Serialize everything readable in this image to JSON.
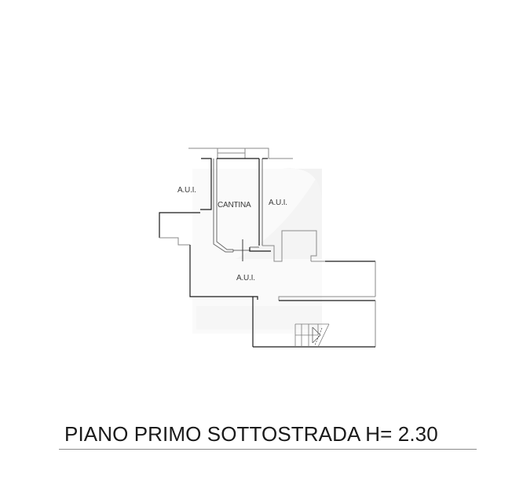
{
  "drawing": {
    "type": "floor-plan",
    "title": "PIANO PRIMO SOTTOSTRADA H= 2.30",
    "floor_name": "PIANO PRIMO SOTTOSTRADA",
    "height_label": "H= 2.30",
    "colors": {
      "background": "#ffffff",
      "wall_dark": "#1a1a1a",
      "wall_light": "#7a7a7a",
      "text": "#3a3a3a",
      "watermark": "#f3f3f3"
    }
  },
  "rooms": [
    {
      "id": "aui-top-left",
      "label": "A.U.I."
    },
    {
      "id": "cantina",
      "label": "CANTINA"
    },
    {
      "id": "aui-top-right",
      "label": "A.U.I."
    },
    {
      "id": "aui-center",
      "label": "A.U.I."
    }
  ],
  "features": {
    "staircase": "stair-symbol",
    "door": "door-opening-symbol",
    "watermark": "agency-logo-watermark"
  }
}
